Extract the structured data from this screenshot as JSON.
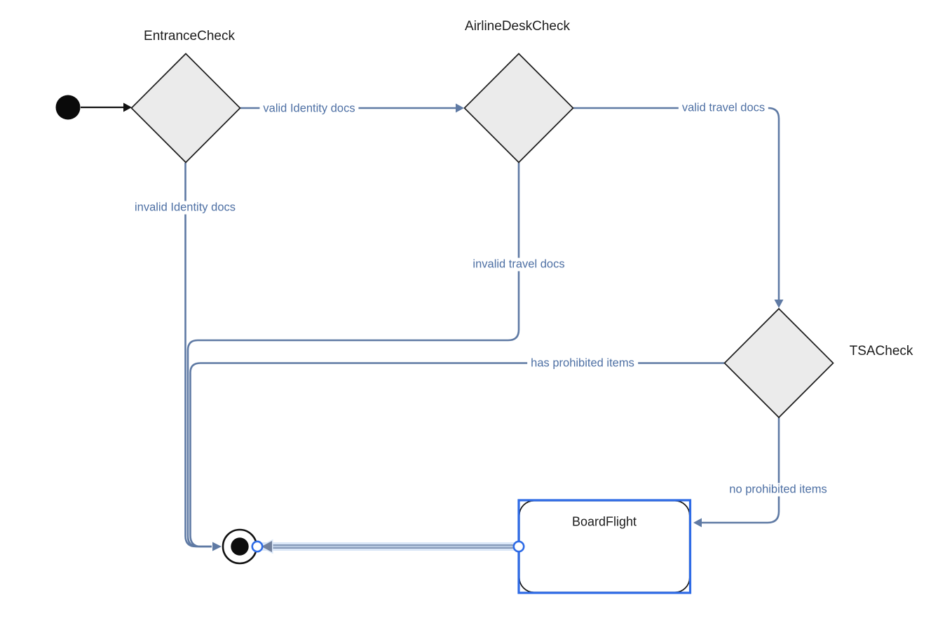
{
  "diagram": {
    "type": "state-machine-diagram",
    "colors": {
      "background": "#ffffff",
      "edge_stroke": "#5f7aa4",
      "edge_label_text": "#4e70a4",
      "choice_fill": "#ebebeb",
      "choice_border": "#1c1c1c",
      "node_title_text": "#1b1b1b",
      "selection_blue": "#2e6be6",
      "selected_edge_body": "#7e92b3",
      "selected_edge_core": "#b7c8e0",
      "selected_edge_halo": "#d9e6f7",
      "initial_final_black": "#0a0a0a"
    },
    "nodes": {
      "initial": {
        "type": "initial-state"
      },
      "entrance_check": {
        "label": "EntranceCheck",
        "type": "choice"
      },
      "airline_desk_check": {
        "label": "AirlineDeskCheck",
        "type": "choice"
      },
      "tsa_check": {
        "label": "TSACheck",
        "type": "choice"
      },
      "board_flight": {
        "label": "BoardFlight",
        "type": "state",
        "selected": true
      },
      "final": {
        "type": "final-state"
      }
    },
    "edges": [
      {
        "from": "initial",
        "to": "entrance_check",
        "label": ""
      },
      {
        "from": "entrance_check",
        "to": "airline_desk_check",
        "label": "valid Identity docs"
      },
      {
        "from": "airline_desk_check",
        "to": "tsa_check",
        "label": "valid travel docs"
      },
      {
        "from": "entrance_check",
        "to": "final",
        "label": "invalid Identity docs"
      },
      {
        "from": "airline_desk_check",
        "to": "final",
        "label": "invalid travel docs"
      },
      {
        "from": "tsa_check",
        "to": "final",
        "label": "has prohibited items"
      },
      {
        "from": "tsa_check",
        "to": "board_flight",
        "label": "no prohibited items"
      },
      {
        "from": "board_flight",
        "to": "final",
        "label": "",
        "selected": true
      }
    ]
  }
}
